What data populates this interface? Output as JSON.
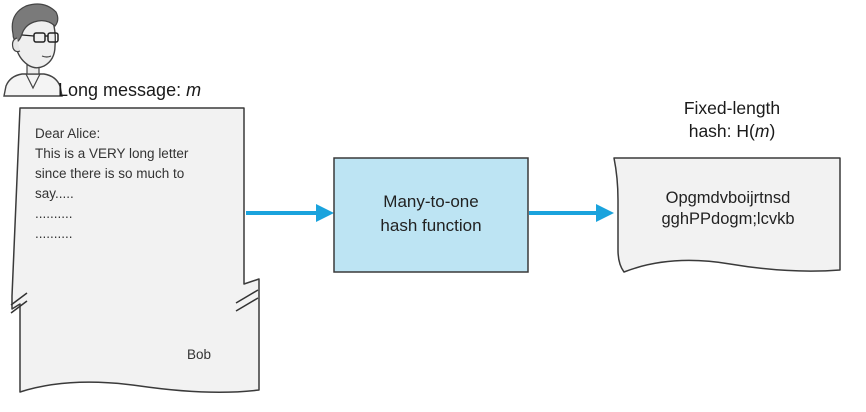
{
  "message_label": {
    "prefix": "Long message: ",
    "var": "m"
  },
  "letter": {
    "lines": [
      "Dear Alice:",
      "This is a VERY long letter",
      "since there is so much to",
      "say.....",
      "..........",
      ".........."
    ],
    "signature": "Bob"
  },
  "hash_box": {
    "line1": "Many-to-one",
    "line2": "hash function"
  },
  "output_label": {
    "line1": "Fixed-length",
    "prefix": "hash: H(",
    "var": "m",
    "suffix": ")"
  },
  "hash_output": {
    "line1": "Opgmdvboijrtnsd",
    "line2": "gghPPdogm;lcvkb"
  },
  "colors": {
    "arrow": "#1aa3dd",
    "box_fill": "#bde4f3",
    "paper_fill": "#f2f2f2",
    "stroke": "#3a3a3a"
  },
  "icons": {
    "person": "person-with-glasses-icon"
  }
}
